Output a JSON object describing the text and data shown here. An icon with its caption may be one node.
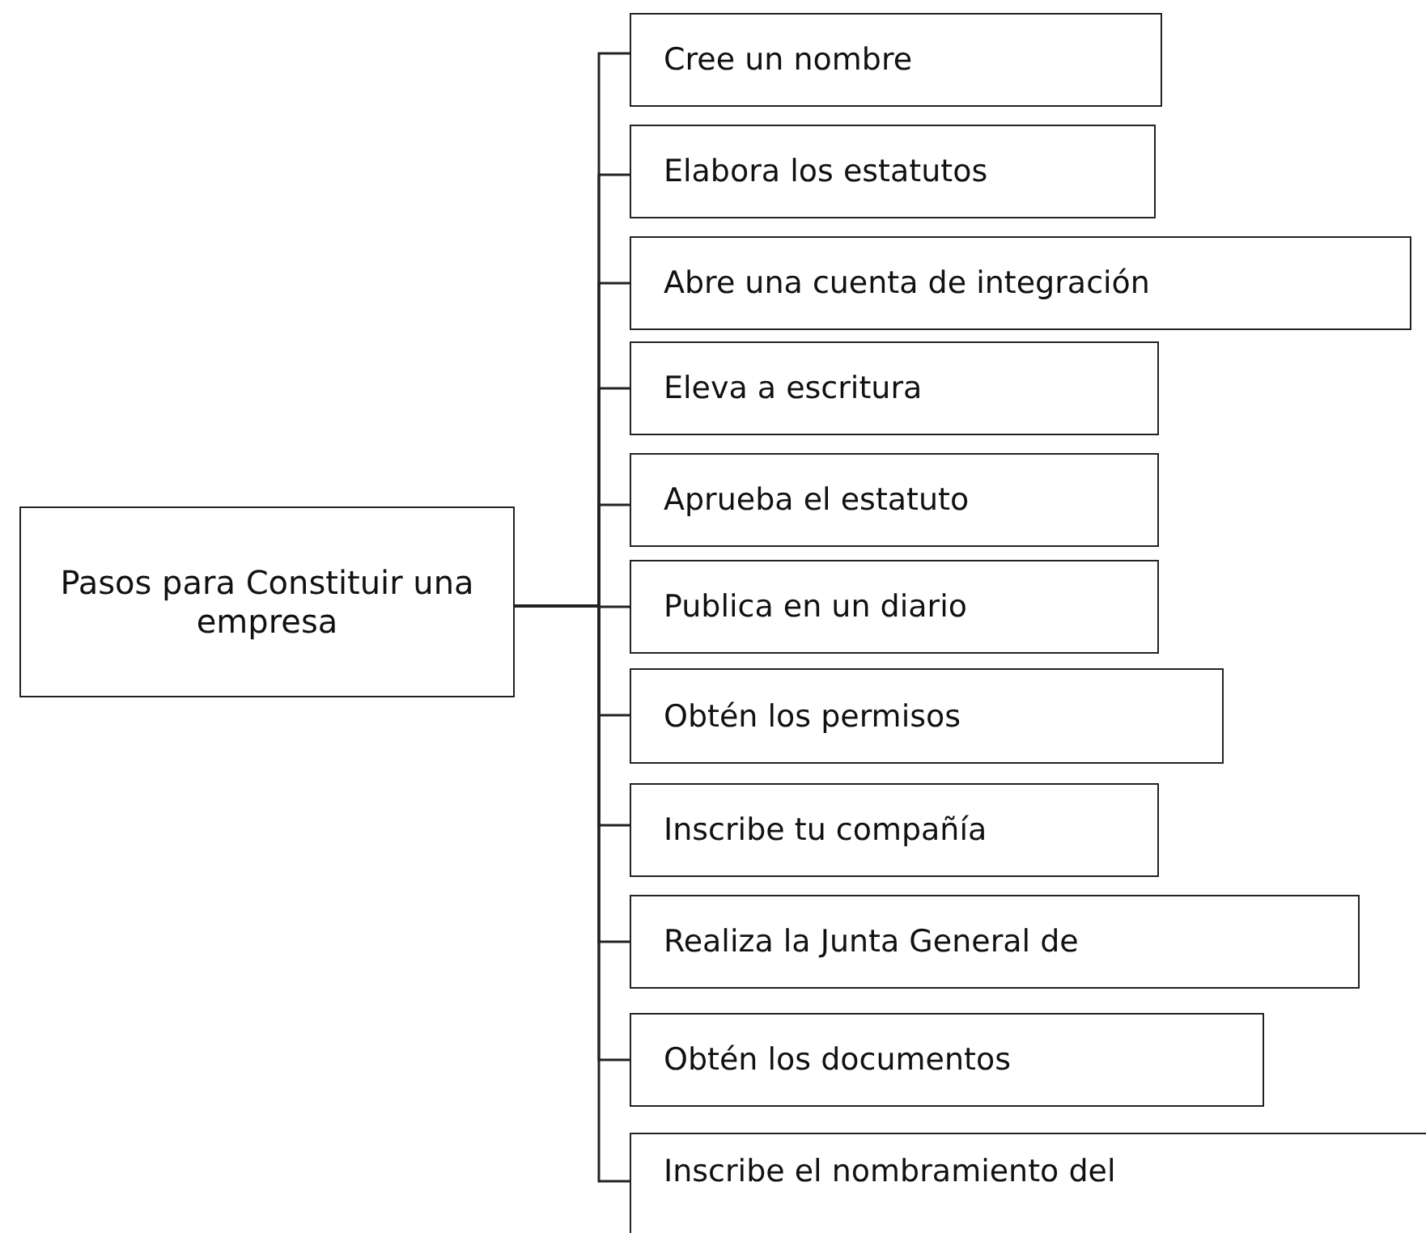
{
  "diagram": {
    "nodes": [
      {
        "text": [
          "Pasos para Constituir una empresa"
        ]
      },
      {
        "text": [
          "Cree un nombre"
        ]
      },
      {
        "text": [
          "Elabora los estatutos"
        ]
      },
      {
        "text": [
          "Abre una cuenta de integración"
        ]
      },
      {
        "text": [
          "Eleva a escritura"
        ]
      },
      {
        "text": [
          "Aprueba el estatuto"
        ]
      },
      {
        "text": [
          "Publica en un diario"
        ]
      },
      {
        "text": [
          "Obtén los permisos"
        ]
      },
      {
        "text": [
          "Inscribe tu compañía"
        ]
      },
      {
        "text": [
          "Realiza la Junta General de"
        ]
      },
      {
        "text": [
          "Obtén los documentos"
        ]
      },
      {
        "text": [
          "Inscribe el nombramiento del"
        ]
      }
    ],
    "edges": [
      {
        "from": 0,
        "to": 1,
        "arrow": "none"
      },
      {
        "from": 0,
        "to": 2,
        "arrow": "none"
      },
      {
        "from": 0,
        "to": 3,
        "arrow": "none"
      },
      {
        "from": 0,
        "to": 4,
        "arrow": "none"
      },
      {
        "from": 0,
        "to": 5,
        "arrow": "none"
      },
      {
        "from": 0,
        "to": 6,
        "arrow": "none"
      },
      {
        "from": 0,
        "to": 7,
        "arrow": "none"
      },
      {
        "from": 0,
        "to": 8,
        "arrow": "none"
      },
      {
        "from": 0,
        "to": 9,
        "arrow": "none"
      },
      {
        "from": 0,
        "to": 10,
        "arrow": "none"
      },
      {
        "from": 0,
        "to": 11,
        "arrow": "none"
      }
    ]
  }
}
